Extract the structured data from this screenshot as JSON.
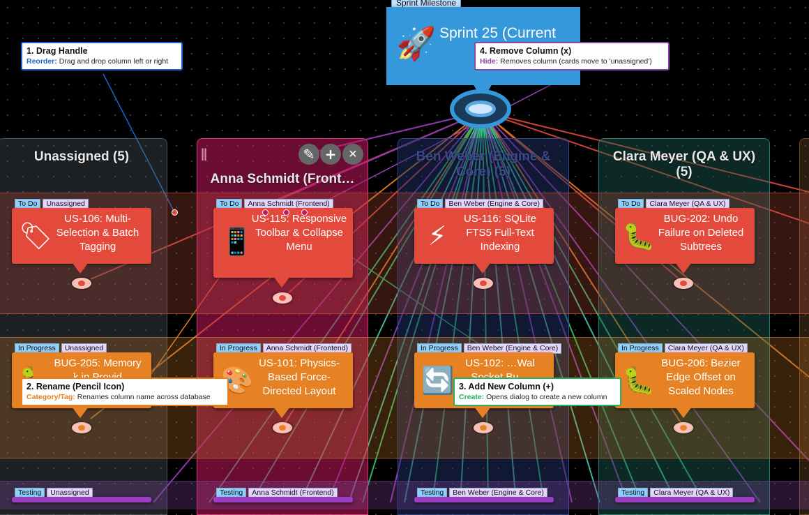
{
  "milestone": {
    "label": "Sprint Milestone",
    "title": "Sprint 25 (Current",
    "icon": "rocket-icon",
    "icon_glyph": "🚀",
    "color": "#3498db"
  },
  "columns": [
    {
      "title": "Unassigned (5)",
      "color": "#555f66"
    },
    {
      "title": "Anna Schmidt (Front…",
      "color": "#c2185b"
    },
    {
      "title": "Ben Weber (Engine & Core) (5)",
      "color": "#1f2f66"
    },
    {
      "title": "Clara Meyer (QA & UX) (5)",
      "color": "#1c5c55"
    }
  ],
  "column_actions": {
    "drag_glyph": "||",
    "rename_glyph": "✎",
    "add_glyph": "+",
    "remove_glyph": "✕"
  },
  "cards": {
    "todo": [
      {
        "status": "To Do",
        "owner": "Unassigned",
        "icon": "tag-icon",
        "glyph": "🏷",
        "title": "US-106: Multi-Selection & Batch Tagging"
      },
      {
        "status": "To Do",
        "owner": "Anna Schmidt (Frontend)",
        "icon": "mobile-phone-icon",
        "glyph": "📱",
        "title": "US-115: Responsive Toolbar & Collapse Menu"
      },
      {
        "status": "To Do",
        "owner": "Ben Weber (Engine & Core)",
        "icon": "lightning-icon",
        "glyph": "⚡",
        "title": "US-116: SQLite FTS5 Full-Text Indexing"
      },
      {
        "status": "To Do",
        "owner": "Clara Meyer (QA & UX)",
        "icon": "bug-icon",
        "glyph": "🐛",
        "title": "BUG-202: Undo Failure on Deleted Subtrees"
      }
    ],
    "in_progress": [
      {
        "status": "In Progress",
        "owner": "Unassigned",
        "icon": "bug-icon",
        "glyph": "🐛",
        "title": "BUG-205: Memory …k in Provid…"
      },
      {
        "status": "In Progress",
        "owner": "Anna Schmidt (Frontend)",
        "icon": "palette-icon",
        "glyph": "🎨",
        "title": "US-101: Physics-Based Force-Directed Layout"
      },
      {
        "status": "In Progress",
        "owner": "Ben Weber (Engine & Core)",
        "icon": "refresh-icon",
        "glyph": "🔄",
        "title": "US-102: …Wal Socket Bu…"
      },
      {
        "status": "In Progress",
        "owner": "Clara Meyer (QA & UX)",
        "icon": "bug-icon",
        "glyph": "🐛",
        "title": "BUG-206: Bezier Edge Offset on Scaled Nodes"
      }
    ],
    "testing": [
      {
        "status": "Testing",
        "owner": "Unassigned"
      },
      {
        "status": "Testing",
        "owner": "Anna Schmidt (Frontend)"
      },
      {
        "status": "Testing",
        "owner": "Ben Weber (Engine & Core)"
      },
      {
        "status": "Testing",
        "owner": "Clara Meyer (QA & UX)"
      }
    ]
  },
  "callouts": [
    {
      "title": "1. Drag Handle",
      "key": "Reorder:",
      "desc": "Drag and drop column left or right",
      "color": "#1a66cc"
    },
    {
      "title": "2. Rename (Pencil Icon)",
      "key": "Category/Tag:",
      "desc": "Renames column name across database",
      "color": "#e67e22"
    },
    {
      "title": "3. Add New Column (+)",
      "key": "Create:",
      "desc": "Opens dialog to create a new column",
      "color": "#27ae60"
    },
    {
      "title": "4. Remove Column (x)",
      "key": "Hide:",
      "desc": "Removes column (cards move to 'unassigned')",
      "color": "#8e44ad"
    }
  ]
}
